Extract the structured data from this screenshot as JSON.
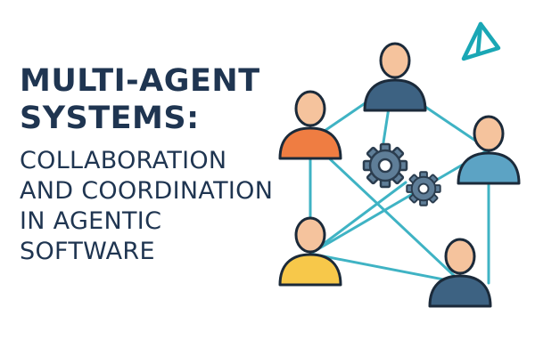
{
  "title": {
    "line1": "MULTI-AGENT",
    "line2": "SYSTEMS:"
  },
  "subtitle": {
    "line1": "COLLABORATION",
    "line2": "AND COORDINATION",
    "line3": "IN AGENTIC",
    "line4": "SOFTWARE"
  },
  "colors": {
    "title_text": "#1f3551",
    "connector": "#3fb3c4",
    "logo": "#1aa7b5",
    "gear": "#5f7e98",
    "agent_navy": "#3d6282",
    "agent_orange": "#ef7d42",
    "agent_light_blue": "#5ca3c4",
    "agent_yellow": "#f7c84a",
    "skin": "#f5c39d"
  },
  "icons": [
    "logo-triangle-icon",
    "agent-icon",
    "gear-icon"
  ]
}
